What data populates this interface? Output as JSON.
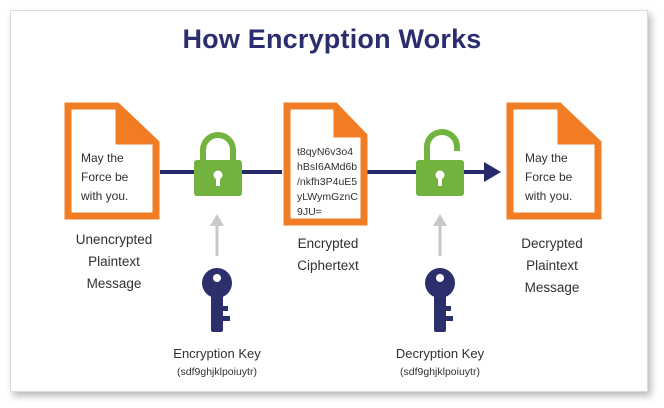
{
  "title": "How Encryption Works",
  "colors": {
    "doc_orange": "#f07c23",
    "lock_green": "#72b33f",
    "navy": "#262a6b",
    "key_navy": "#2b2f6c",
    "arrow_gray": "#c5c9cc"
  },
  "plaintext": {
    "lines": [
      "May the",
      "Force be",
      "with you."
    ],
    "caption": [
      "Unencrypted",
      "Plaintext",
      "Message"
    ]
  },
  "ciphertext": {
    "lines": [
      "t8qyN6v3o4",
      "hBsI6AMd6b",
      "/nkfh3P4uE5",
      "yLWymGznC",
      "9JU="
    ],
    "caption": [
      "Encrypted",
      "Ciphertext"
    ]
  },
  "decrypted": {
    "lines": [
      "May the",
      "Force be",
      "with you."
    ],
    "caption": [
      "Decrypted",
      "Plaintext",
      "Message"
    ]
  },
  "encryption_key": {
    "label": "Encryption Key",
    "code": "(sdf9ghjklpoiuytr)",
    "icon": "key-icon"
  },
  "decryption_key": {
    "label": "Decryption Key",
    "code": "(sdf9ghjklpoiuytr)",
    "icon": "key-icon"
  },
  "locks": {
    "encryption": "closed-lock-icon",
    "decryption": "open-lock-icon"
  }
}
